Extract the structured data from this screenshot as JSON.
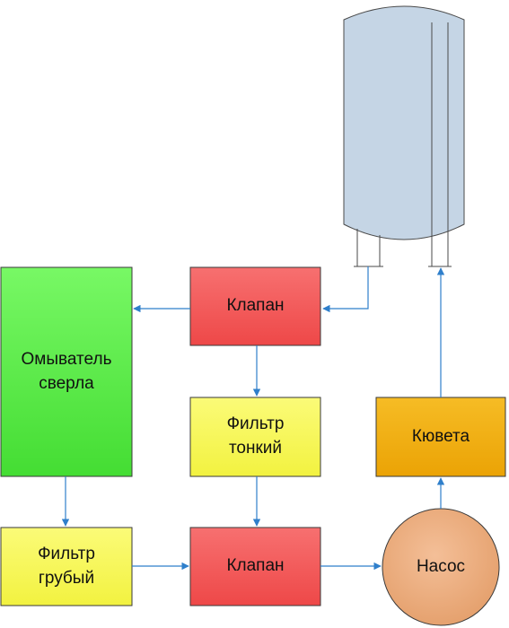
{
  "diagram": {
    "nodes": {
      "washer": {
        "label": "Омыватель\nсверла",
        "fill": "#66ee44"
      },
      "valve_top": {
        "label": "Клапан",
        "fill": "#f45c60"
      },
      "fine_filter": {
        "label": "Фильтр\nтонкий",
        "fill": "#f8f860"
      },
      "coarse_filter": {
        "label": "Фильтр\nгрубый",
        "fill": "#f8f860"
      },
      "valve_bottom": {
        "label": "Клапан",
        "fill": "#f45c60"
      },
      "cuvette": {
        "label": "Кювета",
        "fill": "#f0aa10"
      },
      "pump": {
        "label": "Насос",
        "fill": "#eeae80"
      },
      "tank": {
        "label": "",
        "fill": "#c5d5e5"
      }
    },
    "colors": {
      "arrow": "#2f7fcb",
      "outline": "#444444"
    }
  }
}
